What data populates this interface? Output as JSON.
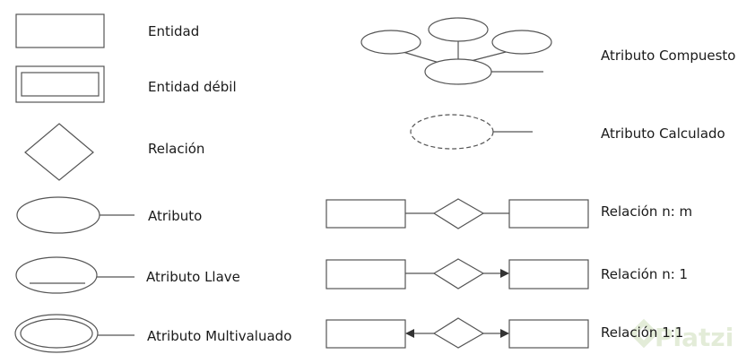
{
  "labels": {
    "entity": "Entidad",
    "weak_entity": "Entidad débil",
    "relationship": "Relación",
    "attribute": "Atributo",
    "key_attribute": "Atributo Llave",
    "multivalued_attribute": "Atributo Multivaluado",
    "composite_attribute": "Atributo Compuesto",
    "derived_attribute": "Atributo Calculado",
    "rel_many_many": "Relación n: m",
    "rel_many_one": "Relación n: 1",
    "rel_one_one": "Relación 1:1"
  },
  "watermark": {
    "text": "Platzi"
  },
  "colors": {
    "stroke": "#555555",
    "text": "#1a1a1a",
    "watermark": "#e3ecd8"
  }
}
